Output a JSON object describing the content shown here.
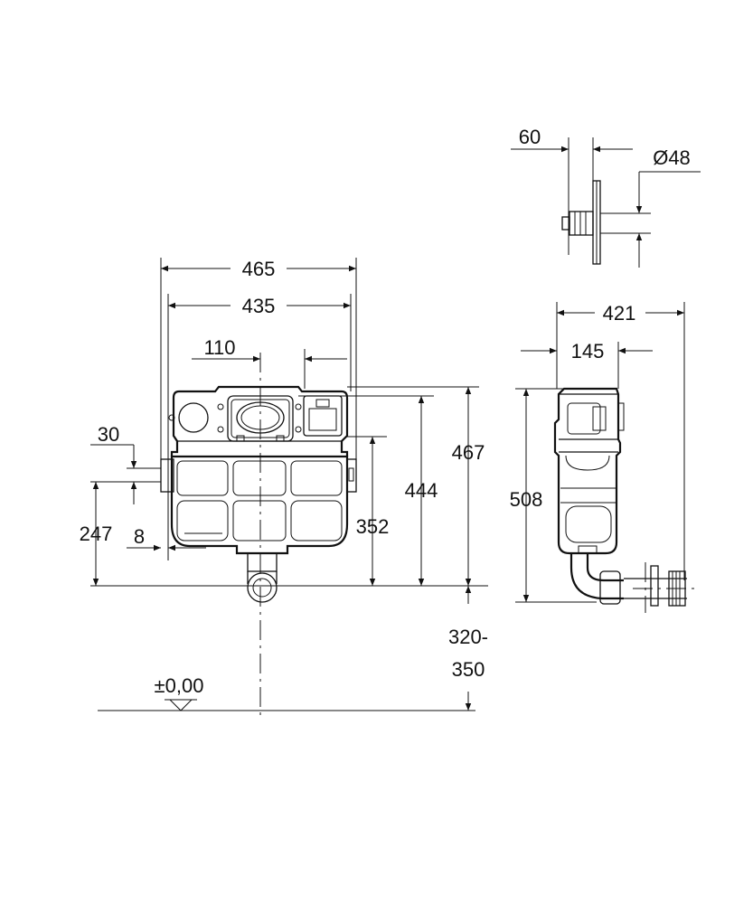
{
  "dimensions": {
    "d60": "60",
    "d48": "Ø48",
    "d465": "465",
    "d435": "435",
    "d421": "421",
    "d110": "110",
    "d145": "145",
    "d30": "30",
    "d467": "467",
    "d444": "444",
    "d508": "508",
    "d352": "352",
    "d247": "247",
    "d8": "8",
    "d320": "320-",
    "d350": "350",
    "level": "±0,00"
  }
}
